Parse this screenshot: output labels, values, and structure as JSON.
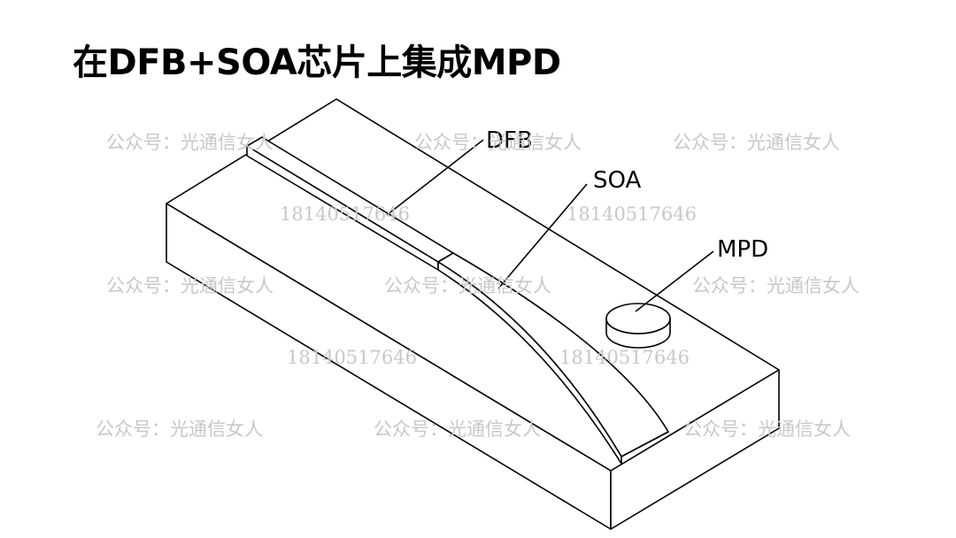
{
  "title": "在DFB+SOA芯片上集成MPD",
  "labels": {
    "dfb": "DFB",
    "soa": "SOA",
    "mpd": "MPD"
  },
  "watermark": {
    "account": "公众号：光通信女人",
    "phone": "18140517646",
    "color": "#c8c8c8"
  }
}
